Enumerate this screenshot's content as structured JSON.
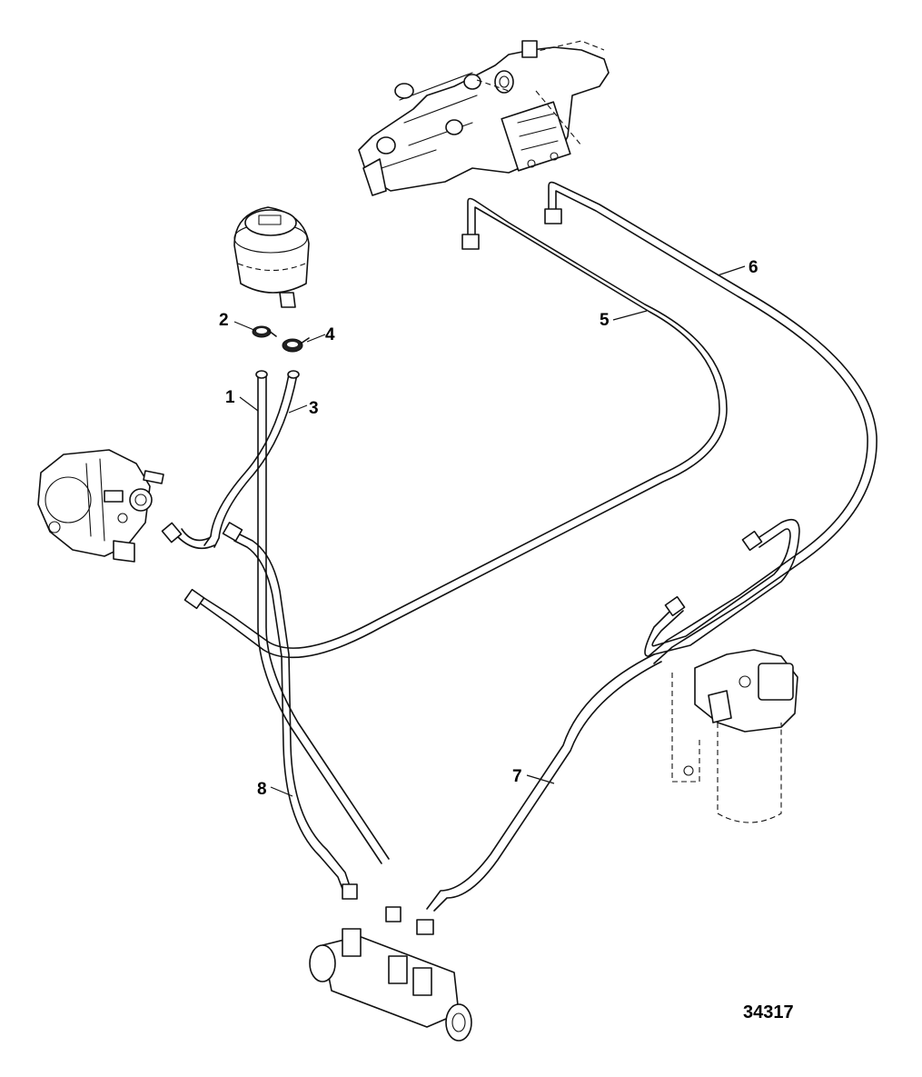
{
  "figure_id": "34317",
  "callouts": [
    {
      "label": "1"
    },
    {
      "label": "2"
    },
    {
      "label": "3"
    },
    {
      "label": "4"
    },
    {
      "label": "5"
    },
    {
      "label": "6"
    },
    {
      "label": "7"
    },
    {
      "label": "8"
    }
  ]
}
